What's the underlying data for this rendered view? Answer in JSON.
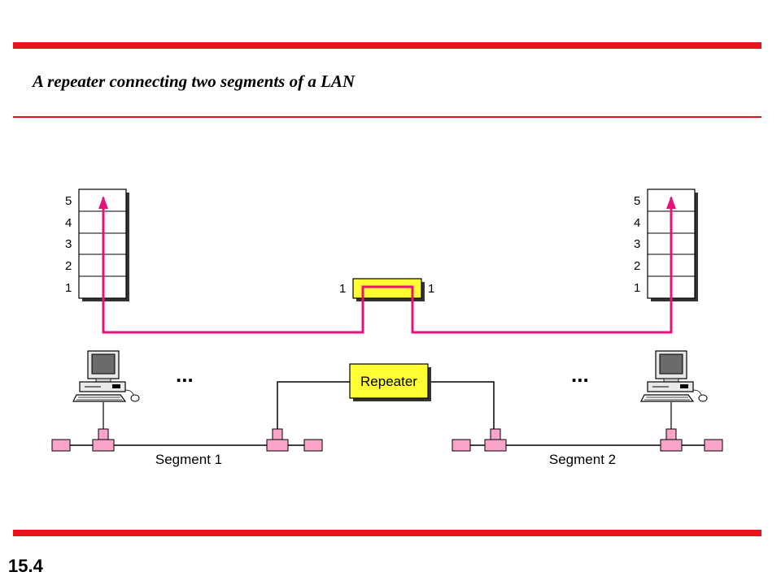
{
  "slide": {
    "title": "A repeater connecting two segments of a LAN",
    "number": "15.4"
  },
  "diagram": {
    "layers": [
      "5",
      "4",
      "3",
      "2",
      "1"
    ],
    "repeater_layer_left": "1",
    "repeater_layer_right": "1",
    "repeater_label": "Repeater",
    "ellipsis": "...",
    "segment_1": "Segment 1",
    "segment_2": "Segment 2",
    "colors": {
      "accent_bar": "#e8141c",
      "signal_path": "#e6127a",
      "repeater_fill": "#ffff33",
      "tap_fill": "#f9a3c9"
    },
    "icons": [
      "computer-icon",
      "repeater-box",
      "network-tap"
    ]
  }
}
